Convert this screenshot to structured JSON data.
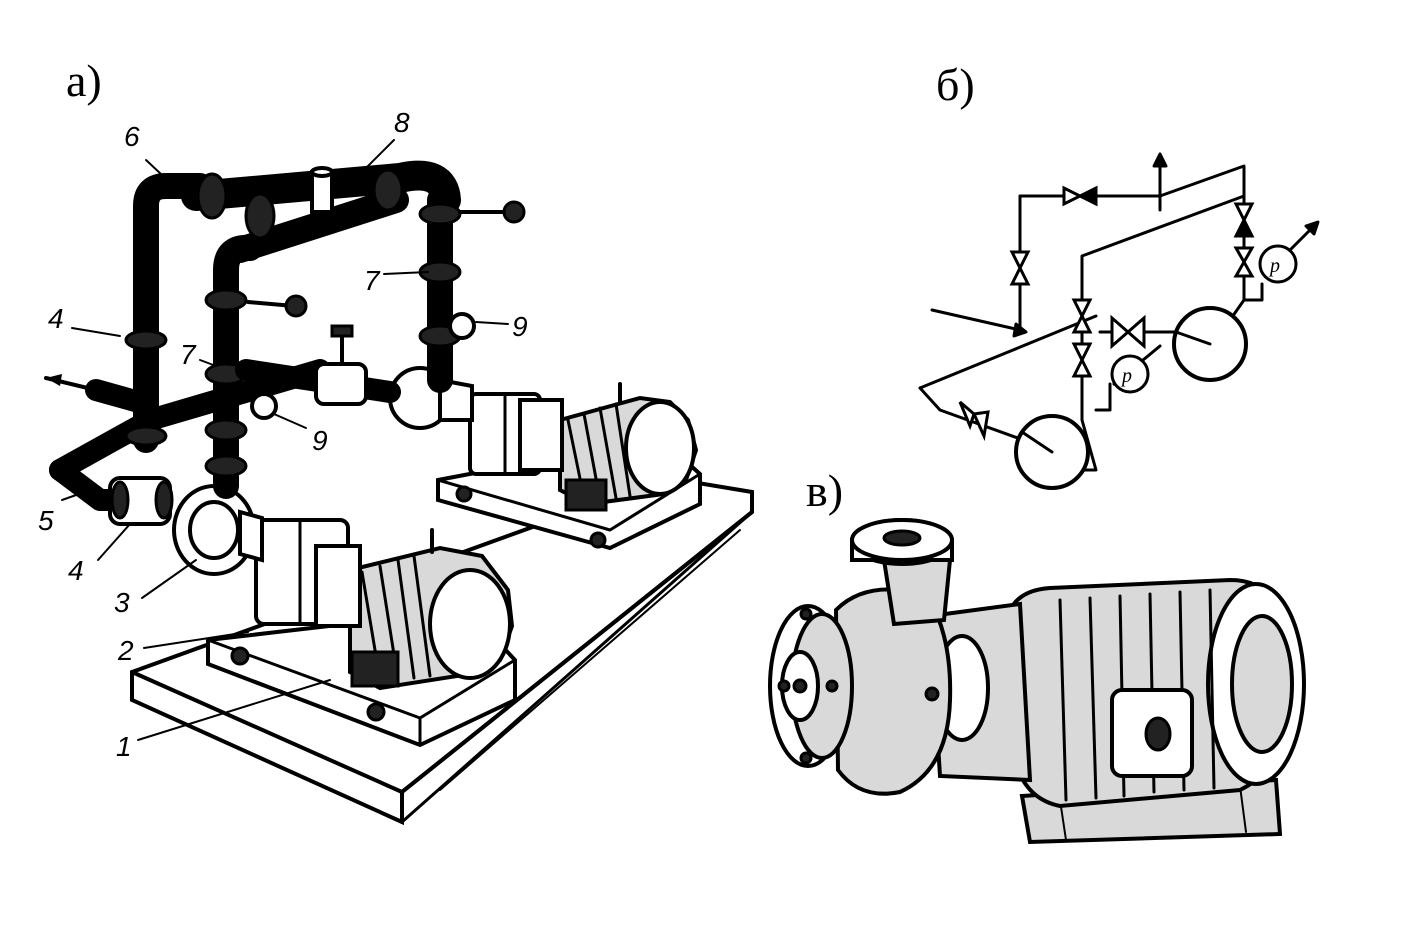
{
  "panels": {
    "a": {
      "label": "а)",
      "callouts": [
        "1",
        "2",
        "3",
        "4",
        "4",
        "5",
        "6",
        "7",
        "7",
        "8",
        "9",
        "9"
      ]
    },
    "b": {
      "label": "б)",
      "gauge_symbol": "p"
    },
    "c": {
      "label": "в)"
    }
  }
}
